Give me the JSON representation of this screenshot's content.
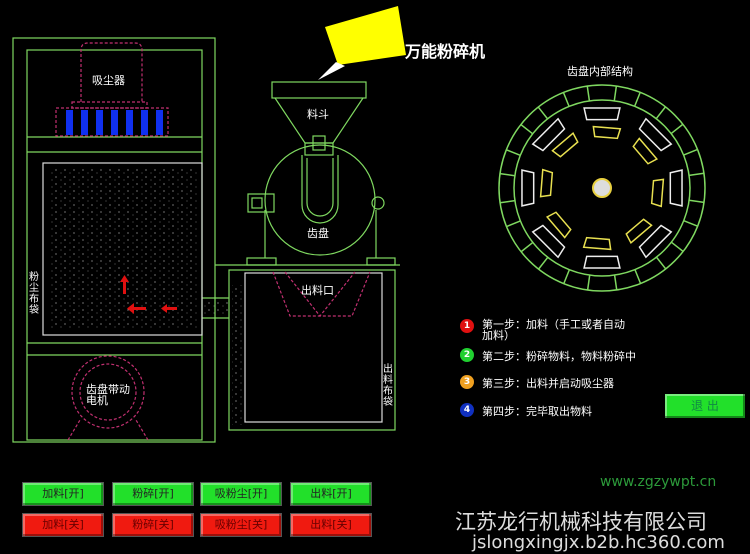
{
  "title": "万能粉碎机",
  "diagram_labels": {
    "dust_collector": "吸尘器",
    "hopper": "料斗",
    "gear_disc": "齿盘",
    "outlet": "出料口",
    "powder_bag": "粉尘布袋",
    "outlet_bag": "出料布袋",
    "motor": "齿盘带动电机",
    "gear_internal": "齿盘内部结构"
  },
  "steps": [
    {
      "num": "1",
      "text": "第一步：加料（手工或者自动加料）",
      "color": "#e01010"
    },
    {
      "num": "2",
      "text": "第二步：粉碎物料，物料粉碎中",
      "color": "#20d030"
    },
    {
      "num": "3",
      "text": "第三步：出料并启动吸尘器",
      "color": "#f0a020"
    },
    {
      "num": "4",
      "text": "第四步：完毕取出物料",
      "color": "#1030c0"
    }
  ],
  "exit_label": "退 出",
  "buttons_on": [
    "加料[开]",
    "粉碎[开]",
    "吸粉尘[开]",
    "出料[开]"
  ],
  "buttons_off": [
    "加料[关]",
    "粉碎[关]",
    "吸粉尘[关]",
    "出料[关]"
  ],
  "company": "江苏龙行机械科技有限公司",
  "url": "jslongxingjx.b2b.hc360.com",
  "watermark": "www.zgzywpt.cn",
  "colors": {
    "line": "#7fd860",
    "on": "#22e02a",
    "off": "#f01a10",
    "callout": "#ffff00"
  }
}
